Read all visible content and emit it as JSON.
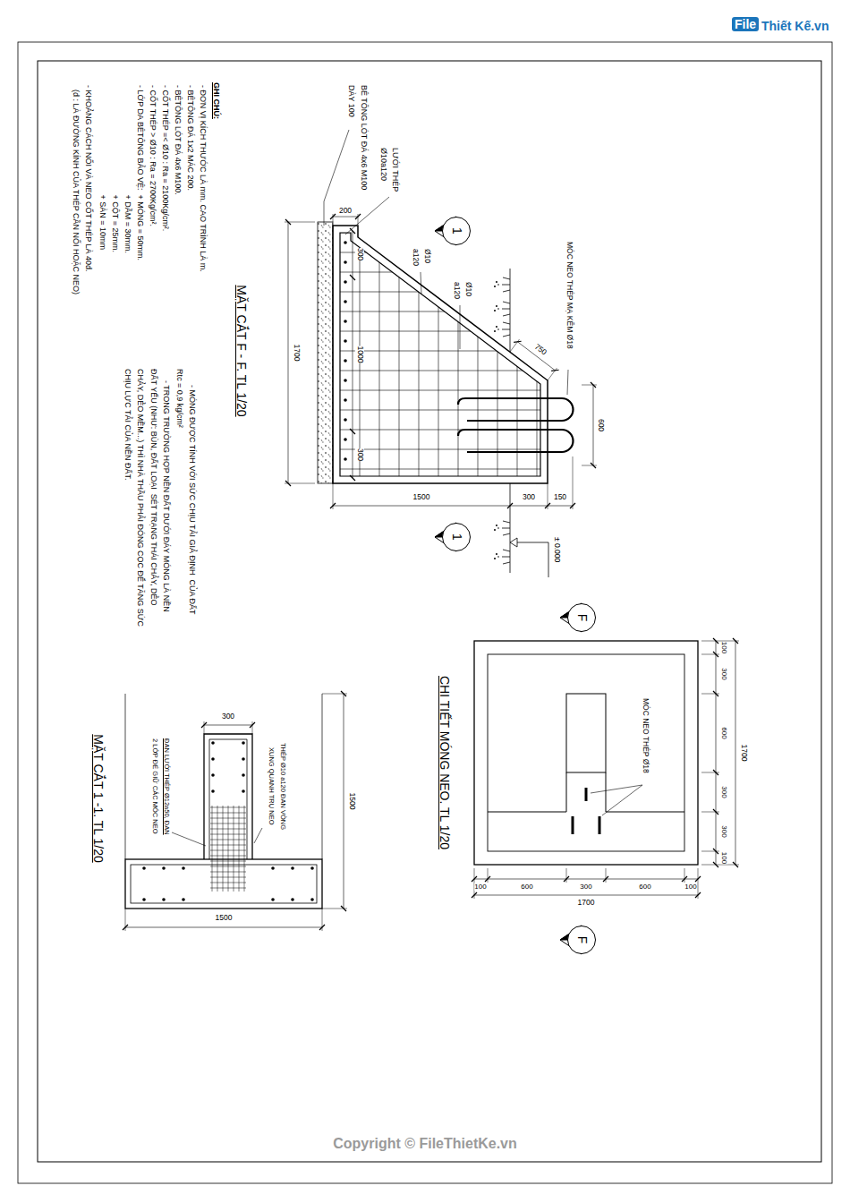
{
  "diagram": {
    "nodes": [
      {
        "text": [
          "1"
        ]
      },
      {
        "text": [
          "1"
        ]
      },
      {
        "text": [
          "F"
        ]
      },
      {
        "text": [
          "F"
        ]
      }
    ],
    "labels": [
      "GHI CHÚ:",
      "- ĐƠN VỊ KÍCH THƯỚC LÀ mm. CAO TRÌNH LÀ m.",
      "- BÊTÔNG ĐÁ 1x2 MÁC 200.",
      "- BÊTÔNG LÓT ĐÁ 4x6 M100.",
      "- CỐT THÉP =< Ø10 : Ra = 2100Kg/cm².",
      "- CỐT THÉP > Ø10 : Ra = 2700Kg/cm².",
      "- LỚP DA BÊTÔNG BẢO VỆ:  + MÓNG = 50mm.",
      "+ DẦM = 30mm.",
      "+ CỘT = 25mm.",
      "+ SÀN = 10mm",
      "- KHOẢNG CÁCH NỐI VÀ NEO CỐT THÉP LÀ 40d.",
      "(d : LÀ ĐƯỜNG KÍNH CỦA THÉP CẦN NỐI HOẶC NEO)",
      "MẶT CẮT F - F. TL 1/20",
      "- MÓNG ĐƯỢC TÍNH VỚI SỨC CHỊU TẢI GIẢ ĐỊNH  CỦA ĐẤT",
      "Rtc = 0,9 kg/cm²",
      "- TRONG TRƯỜNG HỢP NỀN ĐẤT DƯỚI ĐÁY MÓNG LÀ NỀN",
      "ĐẤT YẾU (NHƯ: BÙN, ĐẤT LOẠI  SÉT TRẠNG THÁI CHẢY, DẺO",
      "CHẢY, DẺO MỀM...) THÌ NHÀ THẦU PHẢI ĐÓNG CỌC ĐỂ TĂNG SỨC",
      "CHỊU LỰC TẢI CỦA NỀN ĐẤT.",
      "BÊ TÔNG LÓT ĐÁ 4x6 M100",
      "DÀY 100",
      "LƯỚI THÉP",
      "Ø10a120",
      "200",
      "300",
      "Ø10",
      "a120",
      "Ø10",
      "a120",
      "1000",
      "300",
      "750",
      "MÓC NEO THÉP MẠ KẼM Ø18",
      "600",
      "1700",
      "1500",
      "300",
      "150",
      "± 0.000",
      "CHI TIẾT MÓNG NEO. TL 1/20",
      "MÓC NEO THÉP Ø18",
      "100",
      "300",
      "600",
      "300",
      "300",
      "100",
      "1700",
      "100",
      "600",
      "300",
      "600",
      "100",
      "1700",
      "300",
      "THÉP Ø10 a120 ĐAN VÒNG",
      "XUNG QUANH TRỤ NEO",
      "ĐAN LƯỚI THÉP Ø12a50, ĐAN",
      "2 LỚP ĐỂ GIỮ CÁC MÓC NEO",
      "1500",
      "1500",
      "MẶT CẮT 1 -1. TL 1/20",
      "File",
      "Thiết Kế.vn",
      "Copyright © FileThietKe.vn"
    ]
  }
}
